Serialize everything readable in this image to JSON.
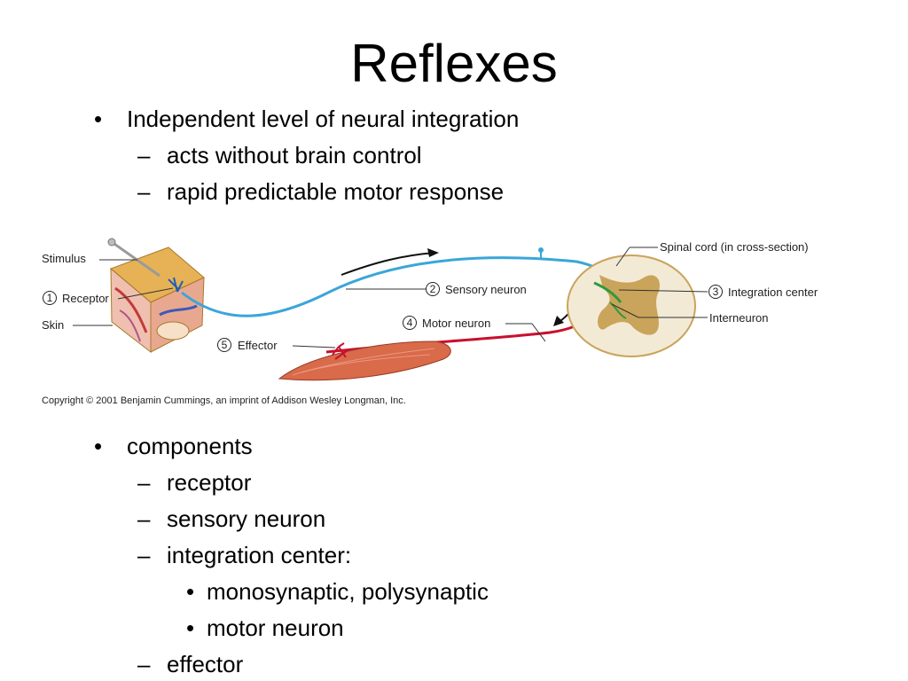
{
  "slide": {
    "title": "Reflexes",
    "bullets_top": [
      {
        "mark": "•",
        "text": "Independent level of neural integration"
      },
      {
        "mark": "–",
        "text": "acts without brain control"
      },
      {
        "mark": "–",
        "text": "rapid predictable motor response"
      }
    ],
    "bullets_bottom": [
      {
        "mark": "•",
        "text": "components"
      },
      {
        "mark": "–",
        "text": "receptor"
      },
      {
        "mark": "–",
        "text": "sensory neuron"
      },
      {
        "mark": "–",
        "text": "integration center:"
      },
      {
        "mark": "•",
        "text": "monosynaptic, polysynaptic"
      },
      {
        "mark": "•",
        "text": "motor neuron"
      },
      {
        "mark": "–",
        "text": "effector"
      }
    ]
  },
  "diagram": {
    "labels": {
      "stimulus": "Stimulus",
      "receptor_num": "1",
      "receptor": "Receptor",
      "skin": "Skin",
      "sensory_num": "2",
      "sensory_neuron": "Sensory neuron",
      "motor_num": "4",
      "motor_neuron": "Motor neuron",
      "effector_num": "5",
      "effector": "Effector",
      "spinal_cord": "Spinal cord (in cross-section)",
      "integration_num": "3",
      "integration_center": "Integration center",
      "interneuron": "Interneuron"
    },
    "copyright": "Copyright © 2001 Benjamin Cummings, an imprint of Addison Wesley Longman, Inc.",
    "colors": {
      "sensory": "#3aa6d8",
      "motor": "#c8102e",
      "interneuron": "#2e9a3e",
      "gray_matter": "#c9a45a",
      "white_matter": "#f3ead6",
      "muscle": "#d96a4a",
      "skin_top": "#e0a84a"
    }
  }
}
